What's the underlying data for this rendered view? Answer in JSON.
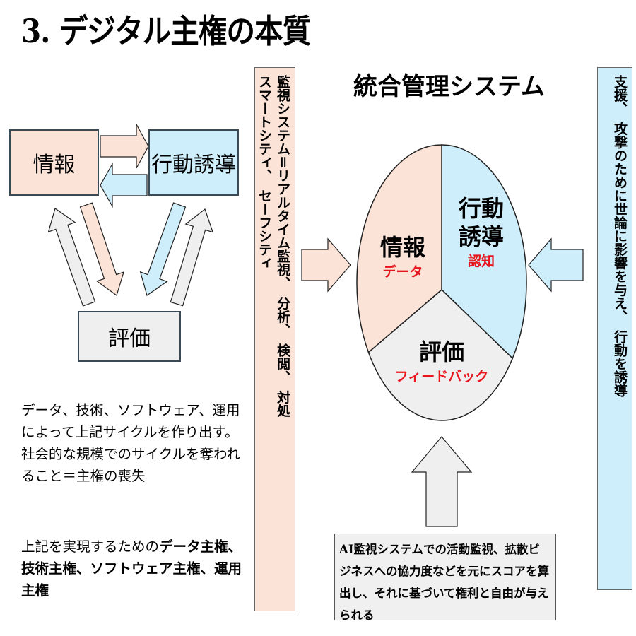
{
  "title": "3. デジタル主権の本質",
  "cycle": {
    "info": "情報",
    "action": "行動誘導",
    "evaluation": "評価"
  },
  "description": {
    "p1": "データ、技術、ソフトウェア、運用によって上記サイクルを作り出す。社会的な規模でのサイクルを奪われること＝主権の喪失",
    "p2_prefix": "上記を実現するための",
    "p2_bold": "データ主権、技術主権、ソフトウェア主権、運用主権"
  },
  "surveillance_box": {
    "line1": "監視システム＝リアルタイム監視、　分析、　検閲、　対処",
    "line2": "スマートシティ、　セーフシティ"
  },
  "system": {
    "title": "統合管理システム",
    "info": "情報",
    "info_sub": "データ",
    "action_line1": "行動",
    "action_line2": "誘導",
    "action_sub": "認知",
    "eval": "評価",
    "eval_sub": "フィードバック"
  },
  "support_box": "支援、　攻撃のために世論に影響を与え、　行動を誘導",
  "bottom_note": "AI監視システムでの活動監視、拡散ビジネスへの協力度などを元にスコアを算出し、それに基づいて権利と自由が与えられる",
  "colors": {
    "pink": "#fbe3d8",
    "blue": "#cdeefa",
    "gray": "#efefef",
    "red": "#e8141e"
  }
}
